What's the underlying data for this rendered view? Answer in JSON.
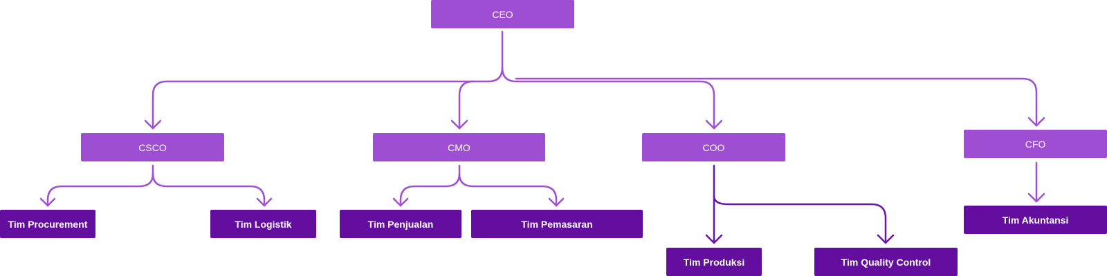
{
  "colors": {
    "exec_box": "#9d4ed2",
    "team_box": "#640ea0",
    "connector_light": "#a04ed4",
    "connector_dark": "#6a14a8",
    "text": "#ffffff"
  },
  "org_chart": {
    "root": {
      "label": "CEO"
    },
    "executives": [
      {
        "label": "CSCO",
        "teams": [
          "Tim Procurement",
          "Tim Logistik"
        ]
      },
      {
        "label": "CMO",
        "teams": [
          "Tim Penjualan",
          "Tim Pemasaran"
        ]
      },
      {
        "label": "COO",
        "teams": [
          "Tim Produksi",
          "Tim Quality Control"
        ]
      },
      {
        "label": "CFO",
        "teams": [
          "Tim Akuntansi"
        ]
      }
    ]
  }
}
